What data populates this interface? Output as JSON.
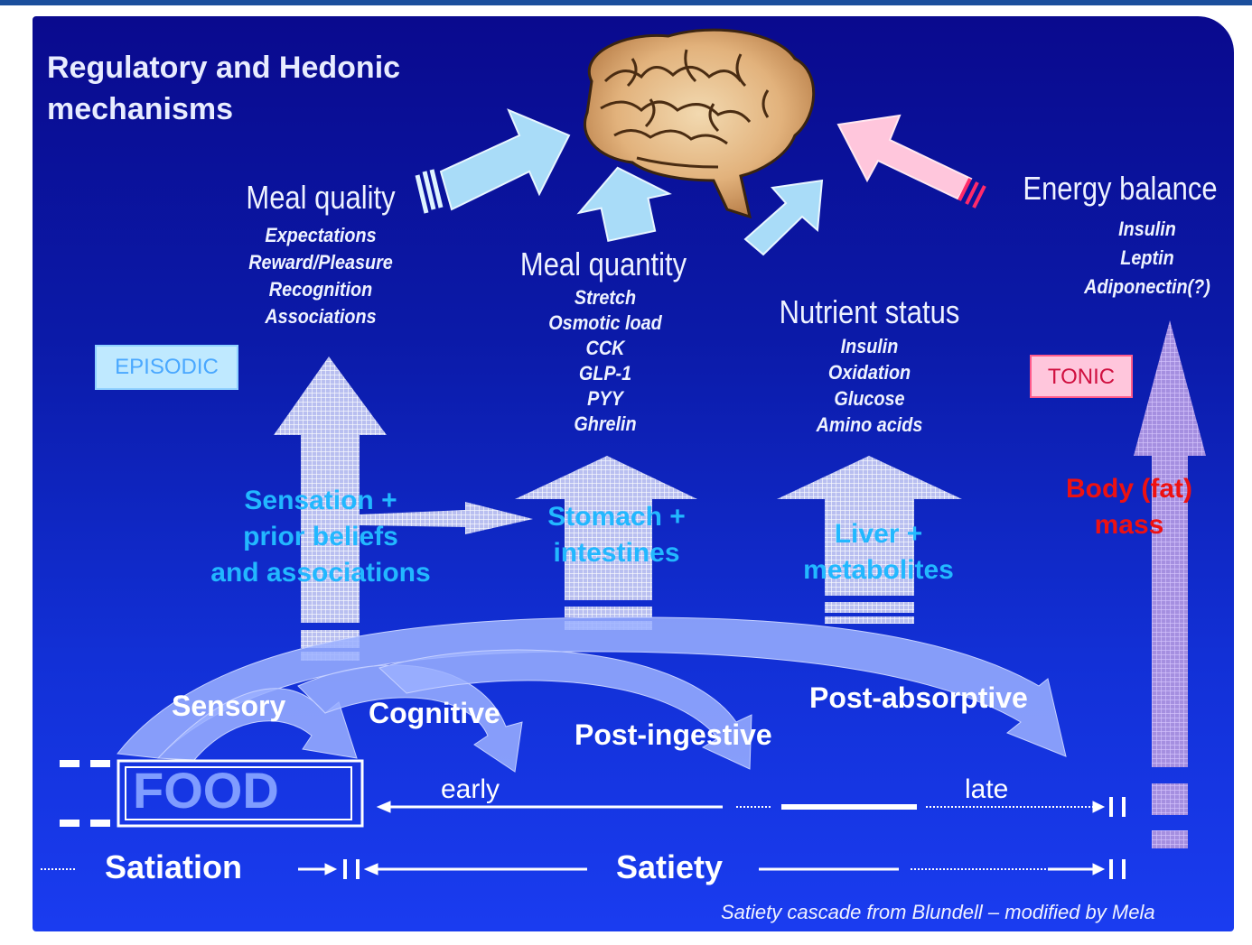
{
  "title": "Regulatory and Hedonic mechanisms",
  "meal_quality": {
    "heading": "Meal quality",
    "items": [
      "Expectations",
      "Reward/Pleasure",
      "Recognition",
      "Associations"
    ]
  },
  "meal_quantity": {
    "heading": "Meal quantity",
    "items": [
      "Stretch",
      "Osmotic load",
      "CCK",
      "GLP-1",
      "PYY",
      "Ghrelin"
    ]
  },
  "nutrient_status": {
    "heading": "Nutrient status",
    "items": [
      "Insulin",
      "Oxidation",
      "Glucose",
      "Amino acids"
    ]
  },
  "energy_balance": {
    "heading": "Energy balance",
    "items": [
      "Insulin",
      "Leptin",
      "Adiponectin(?)"
    ]
  },
  "episodic": "EPISODIC",
  "tonic": "TONIC",
  "sensation": [
    "Sensation +",
    "prior beliefs",
    "and associations"
  ],
  "stomach": [
    "Stomach +",
    "intestines"
  ],
  "liver": [
    "Liver +",
    "metabolites"
  ],
  "body_fat": [
    "Body (fat)",
    "mass"
  ],
  "processes": {
    "sensory": "Sensory",
    "cognitive": "Cognitive",
    "post_ingestive": "Post-ingestive",
    "post_absorptive": "Post-absorptive"
  },
  "food": "FOOD",
  "early": "early",
  "late": "late",
  "satiation": "Satiation",
  "satiety": "Satiety",
  "caption": "Satiety cascade from Blundell – modified by Mela",
  "colors": {
    "background_top": "#0a0a8e",
    "background_bottom": "#1a3cf0",
    "light_blue_arrow": "#a9dcf8",
    "pink_arrow": "#ffc6dc",
    "cyan_text": "#22b8ff",
    "red_text": "#ee1111"
  }
}
